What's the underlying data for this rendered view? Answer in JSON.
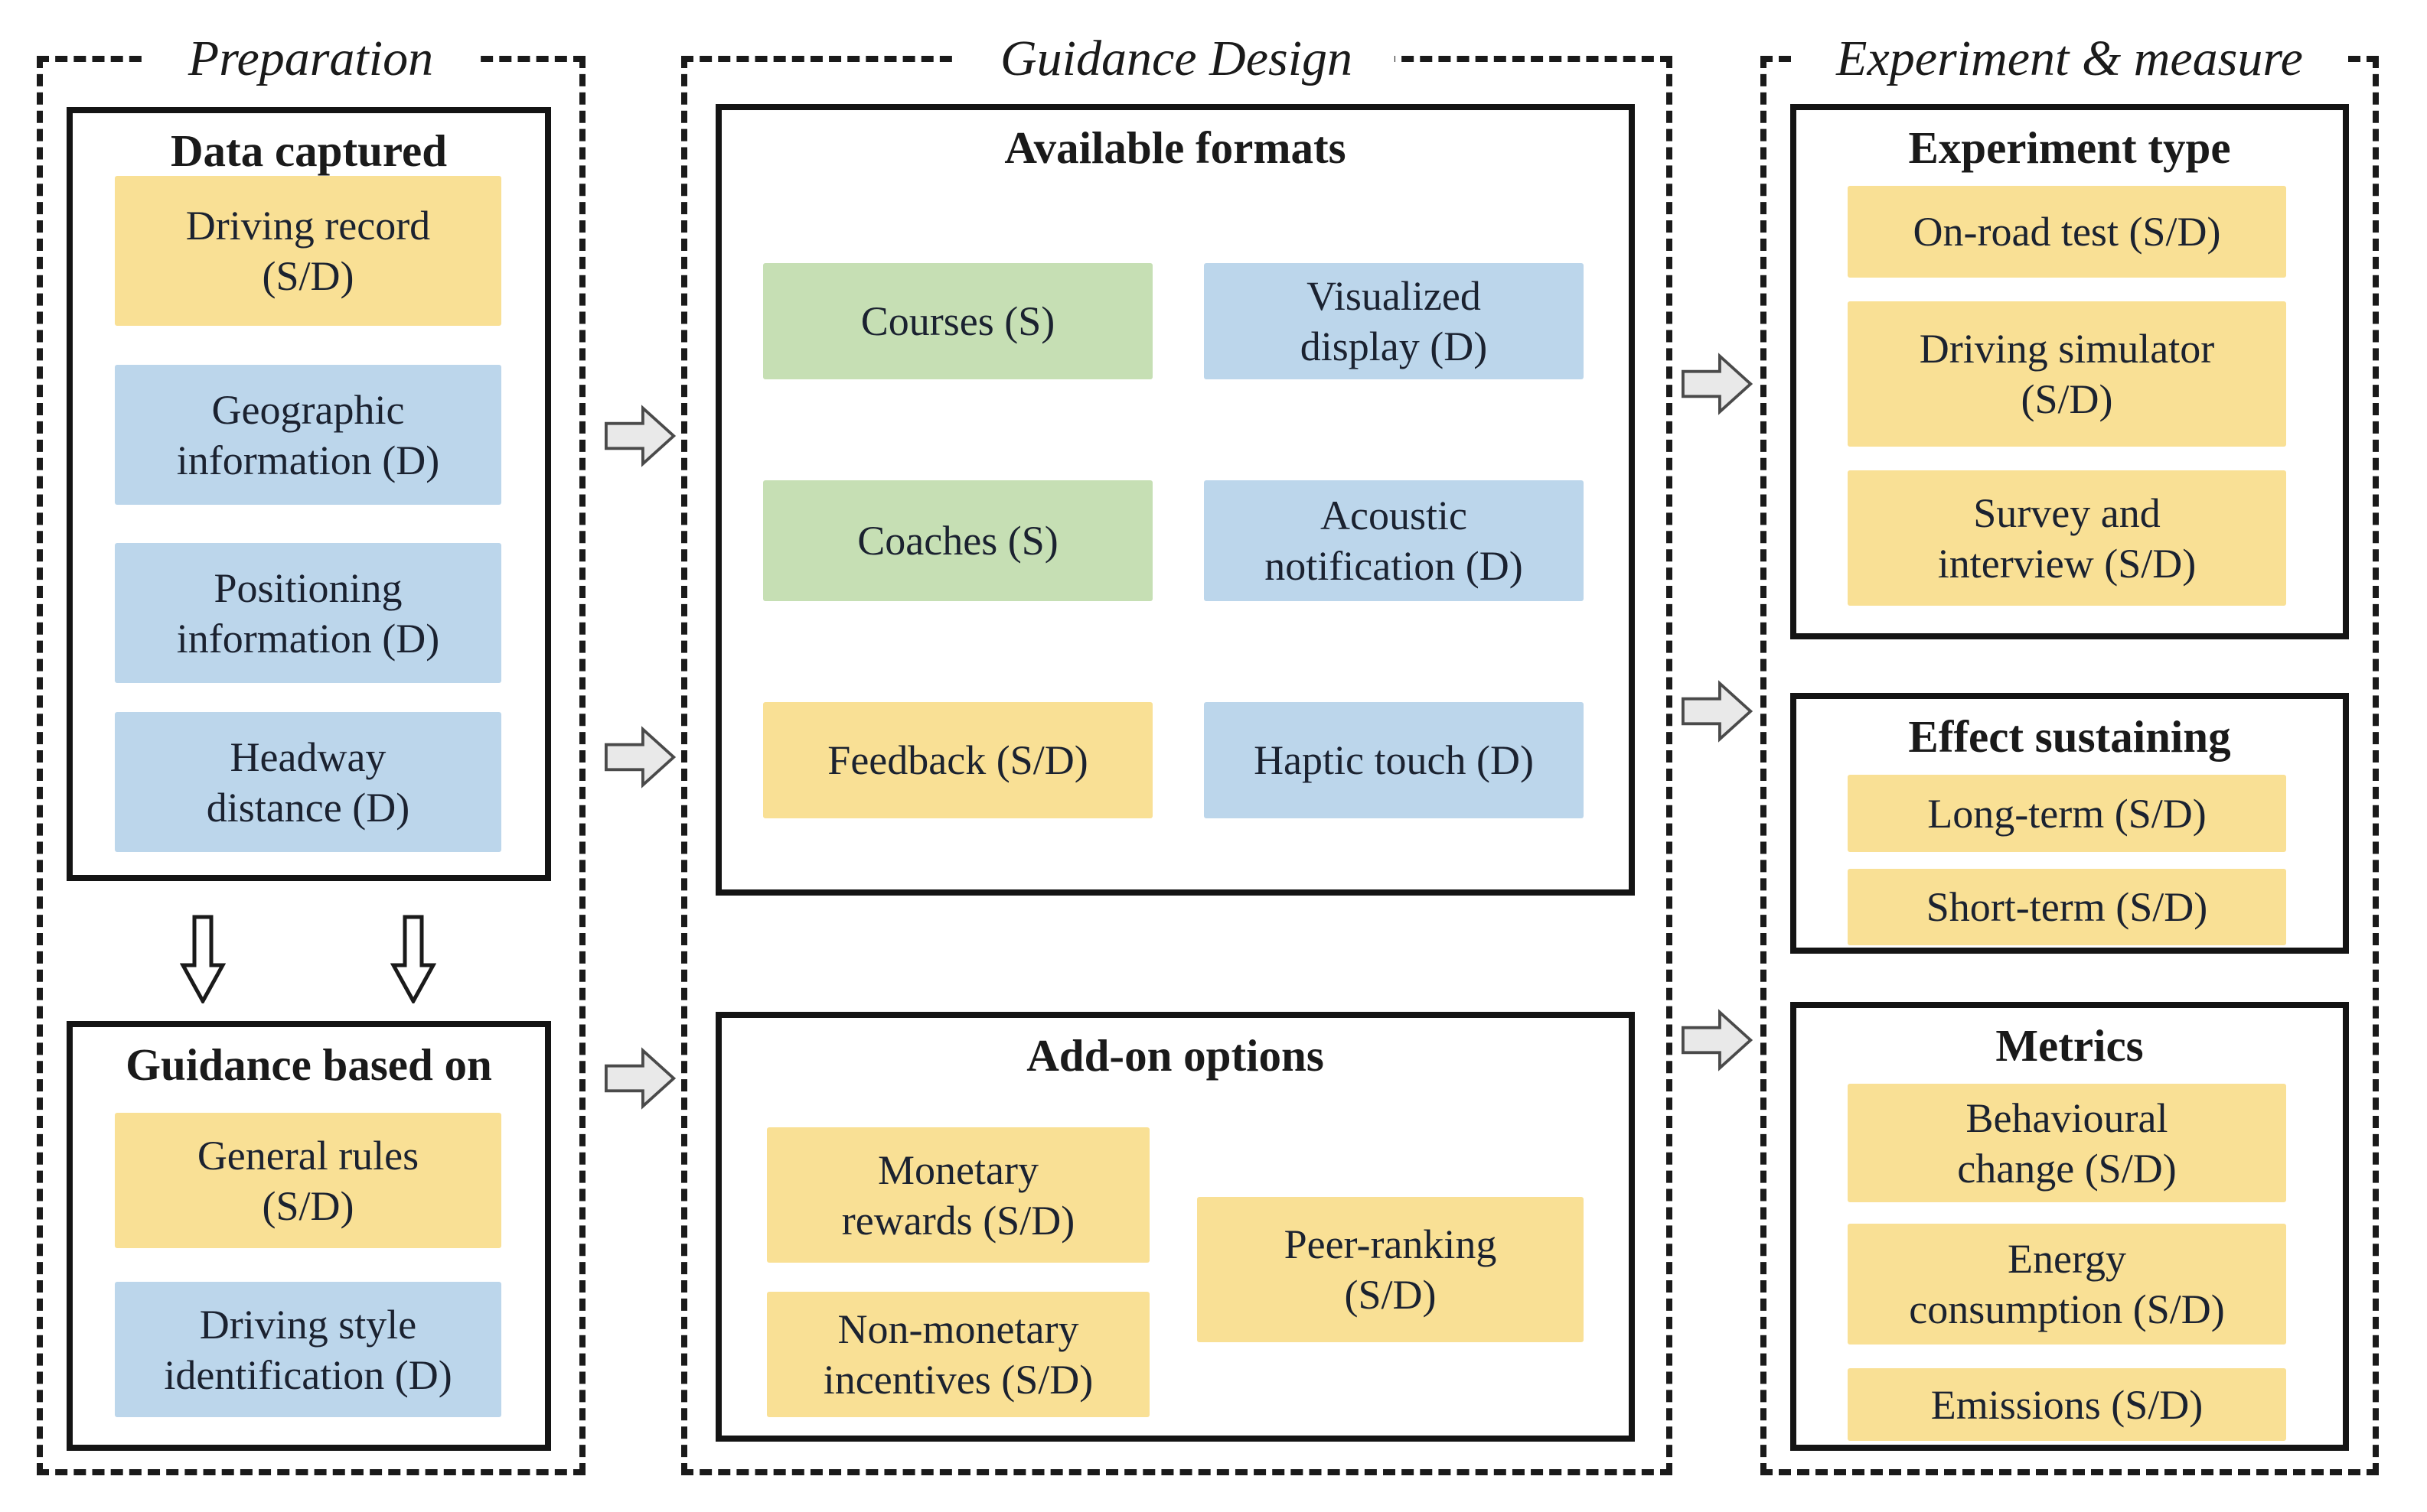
{
  "colors": {
    "yellow": "#F9E095",
    "blue": "#BCD6EB",
    "green": "#C6DFB4",
    "arrow_fill": "#E9E9E9",
    "arrow_stroke": "#4A4A4A",
    "border": "#141414"
  },
  "icons": {
    "right_arrow": "right-arrow",
    "down_arrow": "down-arrow"
  },
  "columns": [
    {
      "title": "Preparation",
      "boxes": [
        {
          "header": "Data captured",
          "items": [
            {
              "label": "Driving record\n(S/D)",
              "color": "yellow"
            },
            {
              "label": "Geographic\ninformation (D)",
              "color": "blue"
            },
            {
              "label": "Positioning\ninformation (D)",
              "color": "blue"
            },
            {
              "label": "Headway\ndistance (D)",
              "color": "blue"
            }
          ]
        },
        {
          "header": "Guidance based on",
          "items": [
            {
              "label": "General rules\n(S/D)",
              "color": "yellow"
            },
            {
              "label": "Driving style\nidentification (D)",
              "color": "blue"
            }
          ]
        }
      ]
    },
    {
      "title": "Guidance Design",
      "boxes": [
        {
          "header": "Available formats",
          "items": [
            {
              "label": "Courses (S)",
              "color": "green"
            },
            {
              "label": "Visualized\ndisplay (D)",
              "color": "blue"
            },
            {
              "label": "Coaches (S)",
              "color": "green"
            },
            {
              "label": "Acoustic\nnotification (D)",
              "color": "blue"
            },
            {
              "label": "Feedback (S/D)",
              "color": "yellow"
            },
            {
              "label": "Haptic touch (D)",
              "color": "blue"
            }
          ]
        },
        {
          "header": "Add-on options",
          "items": [
            {
              "label": "Monetary\nrewards (S/D)",
              "color": "yellow"
            },
            {
              "label": "Non-monetary\nincentives (S/D)",
              "color": "yellow"
            },
            {
              "label": "Peer-ranking\n(S/D)",
              "color": "yellow"
            }
          ]
        }
      ]
    },
    {
      "title": "Experiment & measure",
      "boxes": [
        {
          "header": "Experiment type",
          "items": [
            {
              "label": "On-road test (S/D)",
              "color": "yellow"
            },
            {
              "label": "Driving simulator\n(S/D)",
              "color": "yellow"
            },
            {
              "label": "Survey and\ninterview (S/D)",
              "color": "yellow"
            }
          ]
        },
        {
          "header": "Effect sustaining",
          "items": [
            {
              "label": "Long-term (S/D)",
              "color": "yellow"
            },
            {
              "label": "Short-term (S/D)",
              "color": "yellow"
            }
          ]
        },
        {
          "header": "Metrics",
          "items": [
            {
              "label": "Behavioural\nchange (S/D)",
              "color": "yellow"
            },
            {
              "label": "Energy\nconsumption (S/D)",
              "color": "yellow"
            },
            {
              "label": "Emissions (S/D)",
              "color": "yellow"
            }
          ]
        }
      ]
    }
  ]
}
